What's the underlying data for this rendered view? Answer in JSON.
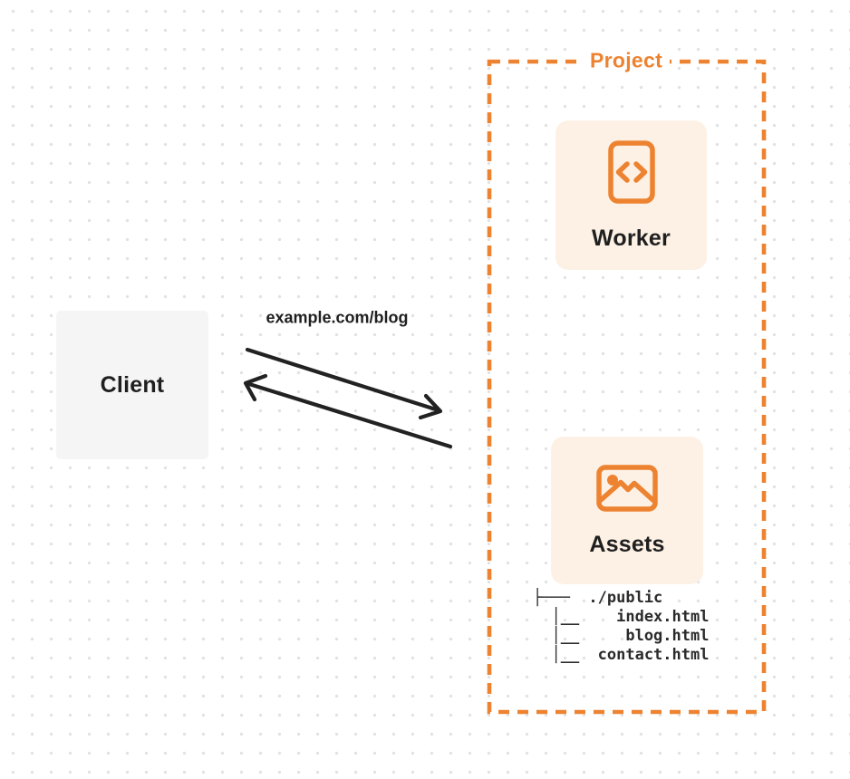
{
  "diagram": {
    "client": {
      "label": "Client"
    },
    "request": {
      "url_label": "example.com/blog"
    },
    "arrows": [
      {
        "name": "request-arrow",
        "direction": "client-to-project"
      },
      {
        "name": "response-arrow",
        "direction": "project-to-client"
      }
    ],
    "project": {
      "title": "Project",
      "worker": {
        "label": "Worker",
        "icon": "code-file-icon"
      },
      "assets": {
        "label": "Assets",
        "icon": "image-icon",
        "file_tree": {
          "lines": [
            "├───  ./public",
            "  │__    index.html",
            "  │__     blog.html",
            "  │__  contact.html"
          ]
        }
      }
    }
  },
  "colors": {
    "accent": "#ED8330",
    "card_bg": "#FDF1E5",
    "client_bg": "#F5F5F6",
    "text": "#1F1F1F",
    "arrow": "#222222"
  }
}
